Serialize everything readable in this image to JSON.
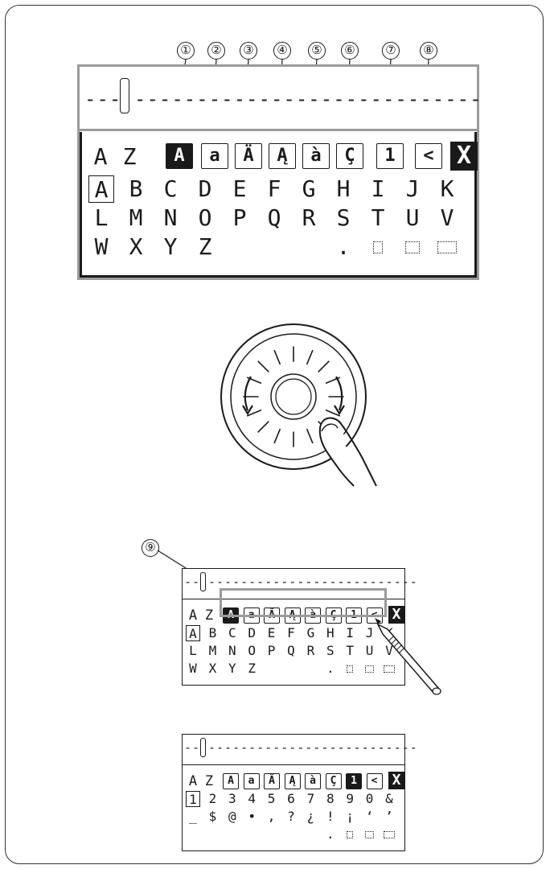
{
  "callouts": [
    "①",
    "②",
    "③",
    "④",
    "⑤",
    "⑥",
    "⑦",
    "⑧",
    "⑨"
  ],
  "screen1": {
    "preview": "---",
    "az_label_a": "A",
    "az_label_z": "Z",
    "tabs": [
      "A",
      "a",
      "Ä",
      "Ą",
      "à",
      "Ç",
      "1",
      "<"
    ],
    "close": "X",
    "rows": [
      [
        "A",
        "B",
        "C",
        "D",
        "E",
        "F",
        "G",
        "H",
        "I",
        "J",
        "K"
      ],
      [
        "L",
        "M",
        "N",
        "O",
        "P",
        "Q",
        "R",
        "S",
        "T",
        "U",
        "V"
      ],
      [
        "W",
        "X",
        "Y",
        "Z",
        "",
        "",
        "",
        " .",
        "",
        "",
        ""
      ]
    ]
  },
  "screen2": {
    "tabs": [
      "A",
      "a",
      "Ä",
      "Ą",
      "à",
      "Ç",
      "1",
      "<"
    ],
    "close": "X",
    "rows": [
      [
        "A",
        "B",
        "C",
        "D",
        "E",
        "F",
        "G",
        "H",
        "I",
        "J",
        "K"
      ],
      [
        "L",
        "M",
        "N",
        "O",
        "P",
        "Q",
        "R",
        "S",
        "T",
        "U",
        "V"
      ],
      [
        "W",
        "X",
        "Y",
        "Z",
        "",
        "",
        "",
        " .",
        "",
        "",
        ""
      ]
    ]
  },
  "screen3": {
    "tabs": [
      "A",
      "a",
      "Ä",
      "Ą",
      "à",
      "Ç",
      "1",
      "<"
    ],
    "close": "X",
    "rows": [
      [
        "1",
        "2",
        "3",
        "4",
        "5",
        "6",
        "7",
        "8",
        "9",
        "0",
        "&"
      ],
      [
        "_",
        "$",
        "@",
        "•",
        ",",
        "?",
        "¿",
        "!",
        "¡",
        "‘",
        "’"
      ],
      [
        "",
        "",
        "",
        "",
        "",
        "",
        "",
        ".",
        " ",
        "",
        ""
      ]
    ]
  },
  "colors": {
    "ink": "#1a1a1a",
    "frame": "#9b9b9b",
    "highlight": "#9b9b9b",
    "background": "#ffffff"
  },
  "icons": [
    "dial-icon",
    "finger-icon",
    "stylus-icon",
    "space-icon"
  ]
}
